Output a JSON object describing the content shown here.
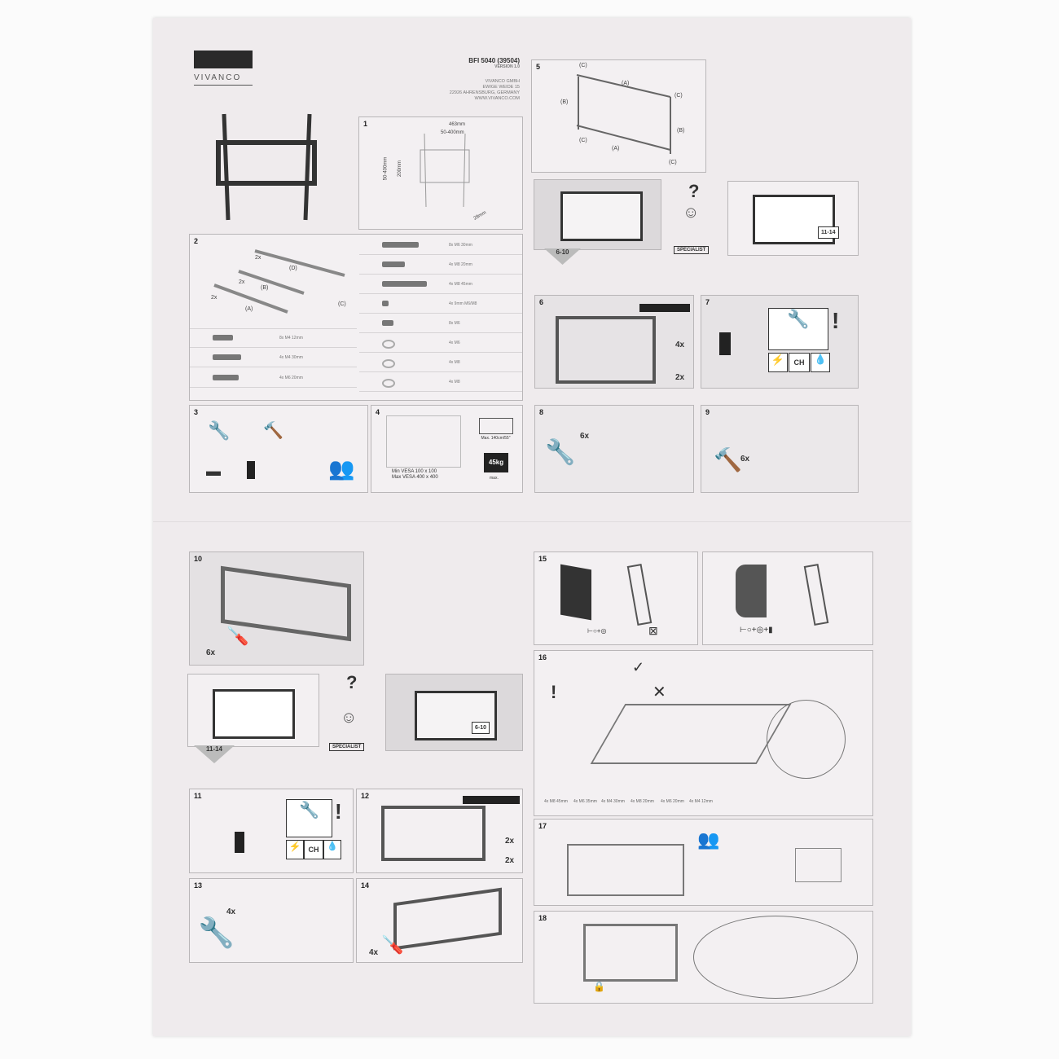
{
  "header": {
    "brand": "VIVANCO",
    "model": "BFI 5040 (39504)",
    "version": "VERSION 1.0",
    "address": [
      "VIVANCO GMBH",
      "EWIGE WEIDE 15",
      "22926 AHRENSBURG, GERMANY",
      "WWW.VIVANCO.COM"
    ]
  },
  "step1": {
    "num": "1",
    "dims": [
      "463mm",
      "50-400mm",
      "50-400mm",
      "200mm",
      "28mm"
    ]
  },
  "step2": {
    "num": "2",
    "parts": [
      {
        "qty": "2x",
        "id": "(D)"
      },
      {
        "qty": "2x",
        "id": "(B)"
      },
      {
        "qty": "2x",
        "id": "(A)"
      },
      {
        "qty": "",
        "id": "(C)"
      }
    ],
    "screws_right": [
      "8x M6 30mm",
      "4x M8 20mm",
      "4x M8 45mm",
      "4x 9mm M6/M8",
      "8x M6",
      "4x M6",
      "4x M8",
      "4x M8"
    ],
    "screws_left": [
      "8x M4 12mm",
      "4x M4 30mm",
      "4x M6 20mm"
    ]
  },
  "step3": {
    "num": "3"
  },
  "step4": {
    "num": "4",
    "vesa_min": "Min VESA 100 x 100",
    "vesa_max": "Max VESA 400 x 400",
    "max_size": "Max. 140cm/55\"",
    "weight": "45kg",
    "weight_note": "max."
  },
  "step5": {
    "num": "5",
    "labels": [
      "(C)",
      "(A)",
      "(C)",
      "(B)",
      "(B)",
      "(C)",
      "(A)",
      "(C)"
    ]
  },
  "choice_top": {
    "left_ref": "6-10",
    "right_ref": "11-14",
    "question": "?",
    "specialist": "SPECIALIST"
  },
  "step6": {
    "num": "6",
    "counts": [
      "4x",
      "2x"
    ]
  },
  "step7": {
    "num": "7",
    "warn": "!",
    "ch": "CH"
  },
  "step8": {
    "num": "8",
    "count": "6x"
  },
  "step9": {
    "num": "9",
    "count": "6x"
  },
  "step10": {
    "num": "10",
    "count": "6x"
  },
  "choice_bottom": {
    "left_ref": "11-14",
    "right_ref": "6-10",
    "question": "?",
    "specialist": "SPECIALIST"
  },
  "step11": {
    "num": "11",
    "warn": "!",
    "ch": "CH"
  },
  "step12": {
    "num": "12",
    "counts": [
      "2x",
      "2x"
    ]
  },
  "step13": {
    "num": "13",
    "count": "4x"
  },
  "step14": {
    "num": "14",
    "count": "4x"
  },
  "step15": {
    "num": "15"
  },
  "step16": {
    "num": "16",
    "warn": "!",
    "screws": [
      "4x M8 45mm",
      "4x M6 35mm",
      "4x M4 30mm",
      "4x M8 20mm",
      "4x M6 20mm",
      "4x M4 12mm"
    ]
  },
  "step17": {
    "num": "17"
  },
  "step18": {
    "num": "18"
  }
}
